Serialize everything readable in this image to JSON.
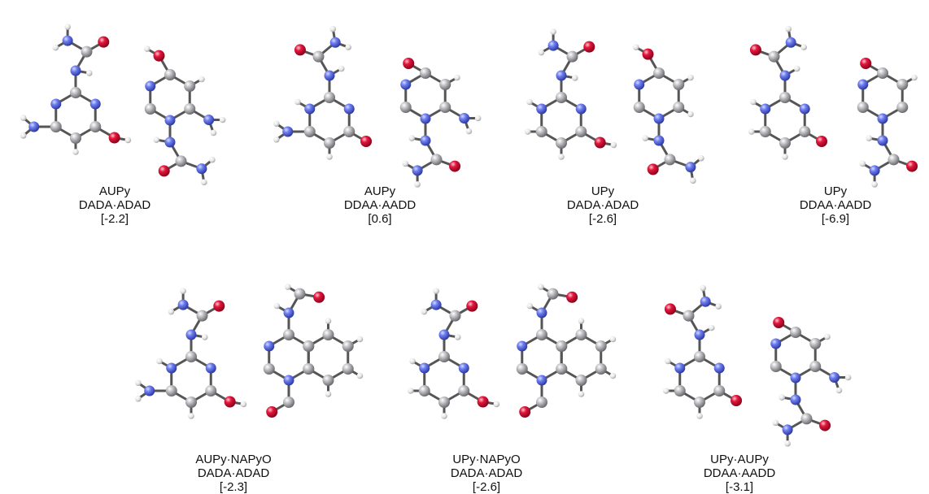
{
  "colors": {
    "carbon": "#a8a8ad",
    "nitrogen": "#5566dd",
    "oxygen": "#dd1133",
    "hydrogen": "#eeeeee",
    "bond": "#555555",
    "text": "#111111"
  },
  "panels": [
    {
      "id": "aupy-dada-adad",
      "name": "AUPy",
      "pattern": "DADA·ADAD",
      "energy": "[-2.2]"
    },
    {
      "id": "aupy-ddaa-aadd",
      "name": "AUPy",
      "pattern": "DDAA·AADD",
      "energy": "[0.6]"
    },
    {
      "id": "upy-dada-adad",
      "name": "UPy",
      "pattern": "DADA·ADAD",
      "energy": "[-2.6]"
    },
    {
      "id": "upy-ddaa-aadd",
      "name": "UPy",
      "pattern": "DDAA·AADD",
      "energy": "[-6.9]"
    },
    {
      "id": "aupy-napyo-dada-adad",
      "name": "AUPy·NAPyO",
      "pattern": "DADA·ADAD",
      "energy": "[-2.3]"
    },
    {
      "id": "upy-napyo-dada-adad",
      "name": "UPy·NAPyO",
      "pattern": "DADA·ADAD",
      "energy": "[-2.6]"
    },
    {
      "id": "upy-aupy-ddaa-aadd",
      "name": "UPy·AUPy",
      "pattern": "DDAA·AADD",
      "energy": "[-3.1]"
    }
  ]
}
